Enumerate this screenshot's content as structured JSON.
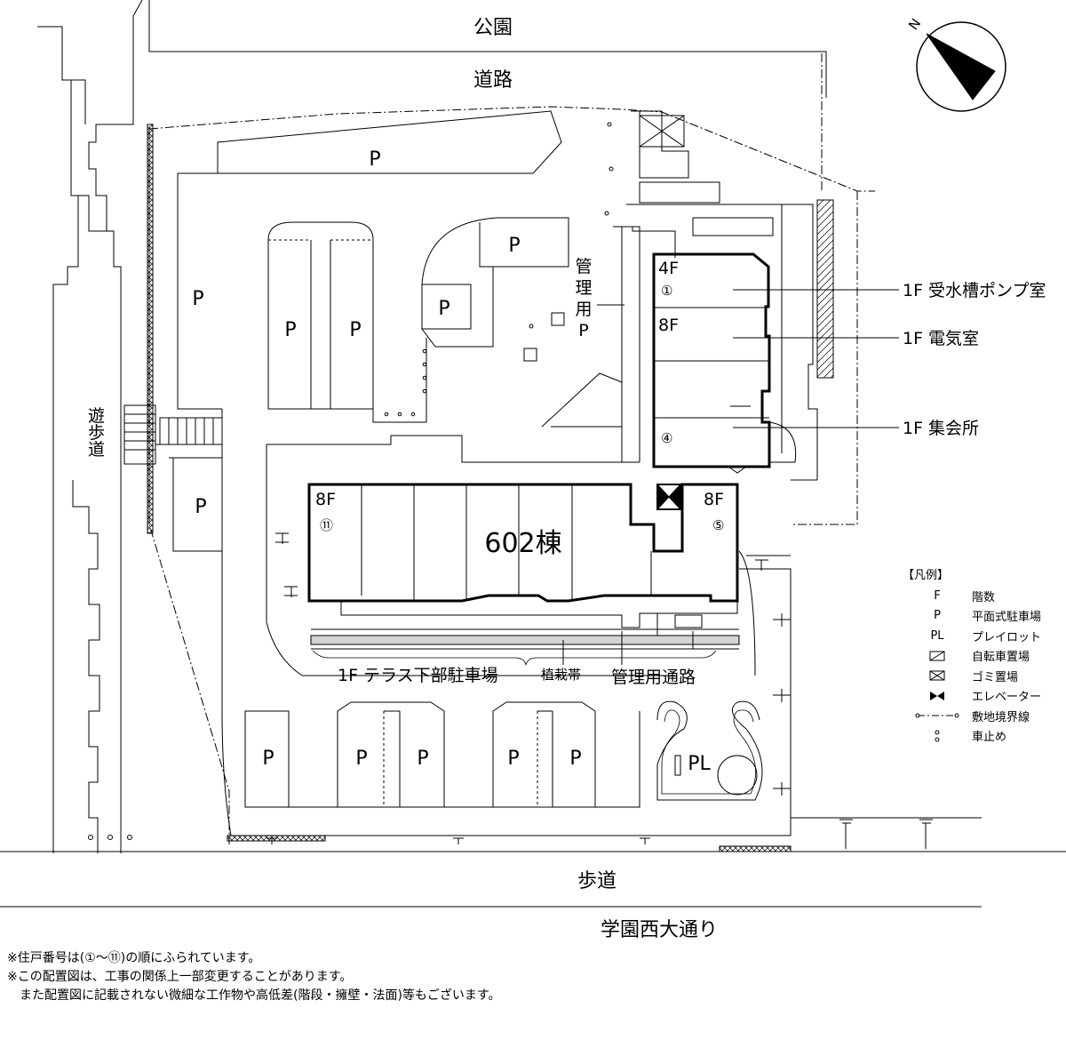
{
  "labels": {
    "park": "公園",
    "road": "道路",
    "promenade": "遊歩道",
    "sidewalk": "歩道",
    "street": "学園西大通り",
    "building": "602棟",
    "parking": "P",
    "mgmt_parking_line1": "管",
    "mgmt_parking_line2": "理",
    "mgmt_parking_line3": "用",
    "mgmt_parking_line4": "P",
    "floors_8f": "8F",
    "floors_4f": "4F",
    "unit_1": "①",
    "unit_4": "④",
    "unit_5": "⑤",
    "unit_11": "⑪",
    "playlot": "PL",
    "terrace_parking": "1F テラス下部駐車場",
    "planting": "植栽帯",
    "mgmt_path": "管理用通路",
    "pump_room": "1F 受水槽ポンプ室",
    "electric_room": "1F 電気室",
    "meeting_hall": "1F 集会所",
    "north": "N"
  },
  "legend": {
    "title": "【凡例】",
    "items": [
      {
        "symbol": "F",
        "text": "階数"
      },
      {
        "symbol": "P",
        "text": "平面式駐車場"
      },
      {
        "symbol": "PL",
        "text": "プレイロット"
      },
      {
        "symbol": "bicycle-symbol",
        "text": "自転車置場"
      },
      {
        "symbol": "garbage-symbol",
        "text": "ゴミ置場"
      },
      {
        "symbol": "elevator-symbol",
        "text": "エレベーター"
      },
      {
        "symbol": "boundary-symbol",
        "text": "敷地境界線"
      },
      {
        "symbol": "car-stop-symbol",
        "text": "車止め"
      }
    ]
  },
  "notes": [
    "※住戸番号は(①〜⑪)の順にふられています。",
    "※この配置図は、工事の関係上一部変更することがあります。",
    "　また配置図に記載されない微細な工作物や高低差(階段・擁壁・法面)等もございます。"
  ]
}
